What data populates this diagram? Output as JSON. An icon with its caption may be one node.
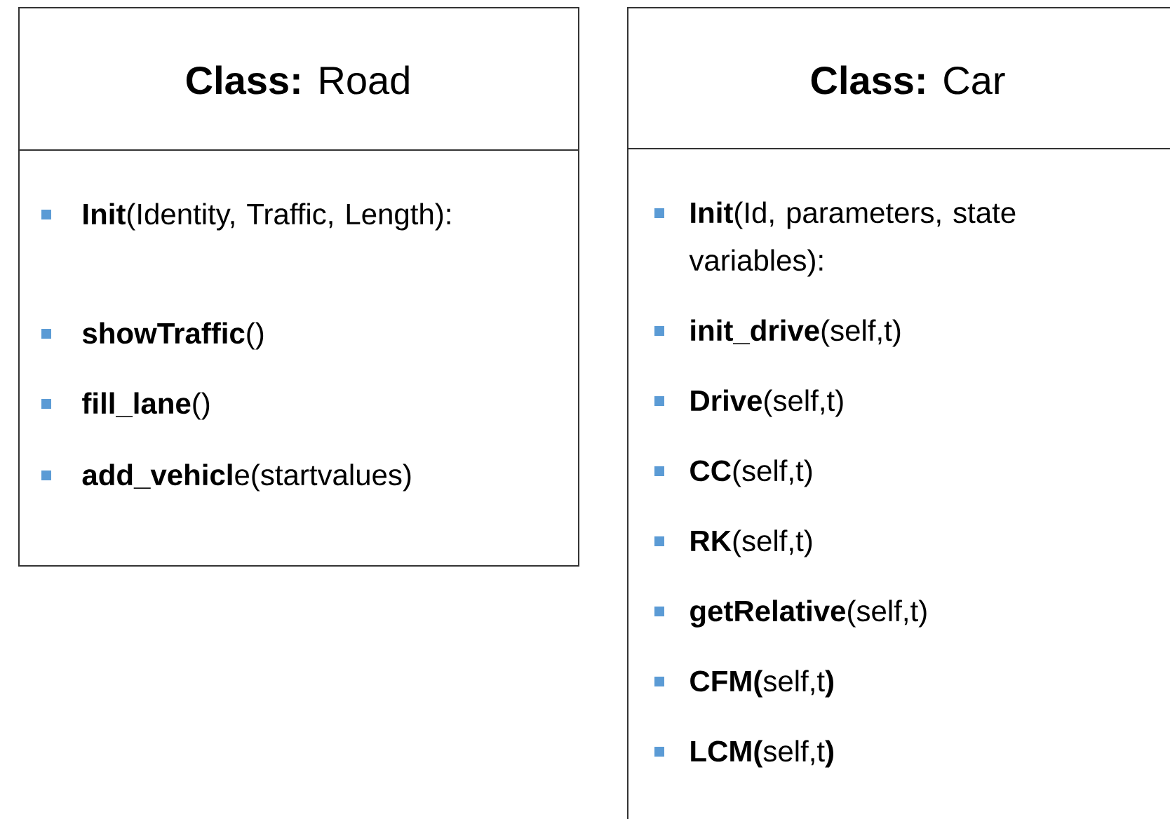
{
  "diagram": {
    "nodes": [
      {
        "text": [
          "**Class:** Road",
          "**Init**(Identity, Traffic, Length):",
          "**showTraffic**()",
          "**fill_lane**()",
          "**add_vehicl**e(startvalues)"
        ]
      },
      {
        "text": [
          "**Class:** Car",
          "**Init**(Id, parameters, state variables):",
          "**init_drive**(self,t)",
          "**Drive**(self,t)",
          "**CC**(self,t)",
          "**RK**(self,t)",
          "**getRelative**(self,t)",
          "**CFM(**self,t**)**",
          "**LCM(**self,t**)**"
        ]
      }
    ]
  }
}
